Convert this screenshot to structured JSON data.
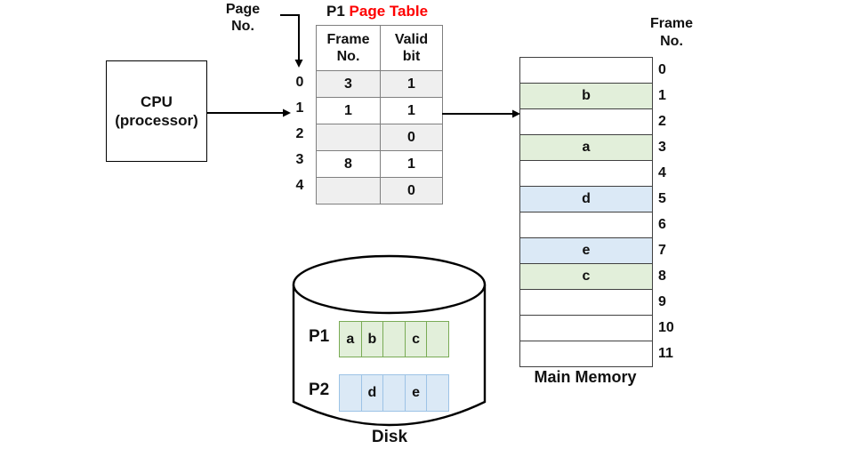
{
  "colors": {
    "title_red": "#fe0000",
    "table_shaded": "#efefef",
    "memory_green": "#e2efda",
    "memory_blue": "#dbe9f6",
    "disk_green_border": "#79ab55",
    "disk_blue_border": "#9dc3e6"
  },
  "cpu": {
    "line1": "CPU",
    "line2": "(processor)"
  },
  "page_no_label": {
    "line1": "Page",
    "line2": "No."
  },
  "page_table": {
    "title_process": "P1",
    "title": "Page Table",
    "col1_line1": "Frame",
    "col1_line2": "No.",
    "col2_line1": "Valid",
    "col2_line2": "bit",
    "rows": [
      {
        "page": "0",
        "frame": "3",
        "valid": "1",
        "shaded": true
      },
      {
        "page": "1",
        "frame": "1",
        "valid": "1",
        "shaded": false
      },
      {
        "page": "2",
        "frame": "",
        "valid": "0",
        "shaded": true
      },
      {
        "page": "3",
        "frame": "8",
        "valid": "1",
        "shaded": false
      },
      {
        "page": "4",
        "frame": "",
        "valid": "0",
        "shaded": true
      }
    ]
  },
  "main_memory": {
    "label": "Main Memory",
    "frame_no_label": {
      "line1": "Frame",
      "line2": "No."
    },
    "frames": [
      {
        "no": "0",
        "content": "",
        "fill": "white"
      },
      {
        "no": "1",
        "content": "b",
        "fill": "green"
      },
      {
        "no": "2",
        "content": "",
        "fill": "white"
      },
      {
        "no": "3",
        "content": "a",
        "fill": "green"
      },
      {
        "no": "4",
        "content": "",
        "fill": "white"
      },
      {
        "no": "5",
        "content": "d",
        "fill": "blue"
      },
      {
        "no": "6",
        "content": "",
        "fill": "white"
      },
      {
        "no": "7",
        "content": "e",
        "fill": "blue"
      },
      {
        "no": "8",
        "content": "c",
        "fill": "green"
      },
      {
        "no": "9",
        "content": "",
        "fill": "white"
      },
      {
        "no": "10",
        "content": "",
        "fill": "white"
      },
      {
        "no": "11",
        "content": "",
        "fill": "white"
      }
    ]
  },
  "disk": {
    "label": "Disk",
    "rows": [
      {
        "label": "P1",
        "fill": "green",
        "cells": [
          "a",
          "b",
          "",
          "c",
          ""
        ]
      },
      {
        "label": "P2",
        "fill": "blue",
        "cells": [
          "",
          "d",
          "",
          "e",
          ""
        ]
      }
    ]
  }
}
